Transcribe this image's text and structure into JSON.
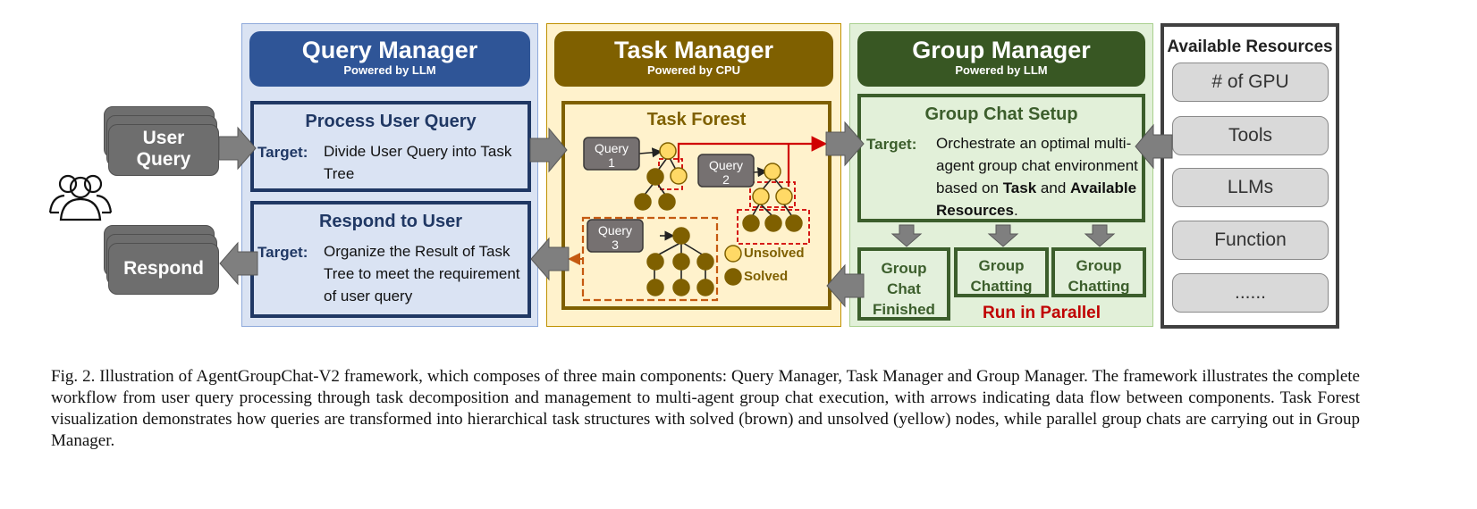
{
  "user": {
    "stack_label": "User\nQuery",
    "respond_label": "Respond"
  },
  "query_manager": {
    "title": "Query Manager",
    "subtitle": "Powered by LLM",
    "process_box": {
      "title": "Process User Query",
      "target_label": "Target:",
      "target_text": "Divide User Query into Task Tree"
    },
    "respond_box": {
      "title": "Respond to User",
      "target_label": "Target:",
      "target_text": "Organize the Result of Task Tree to meet the requirement of user query"
    }
  },
  "task_manager": {
    "title": "Task Manager",
    "subtitle": "Powered by CPU",
    "forest_title": "Task Forest",
    "queries": [
      "Query\n1",
      "Query\n2",
      "Query\n3"
    ],
    "legend": {
      "unsolved": "Unsolved",
      "solved": "Solved"
    }
  },
  "group_manager": {
    "title": "Group Manager",
    "subtitle": "Powered by LLM",
    "setup_title": "Group Chat Setup",
    "target_label": "Target:",
    "target_text_1": "Orchestrate an optimal multi-agent group chat environment based on ",
    "target_bold_1": "Task",
    "target_text_2": " and ",
    "target_bold_2": "Available Resources",
    "target_text_3": ".",
    "chats": [
      "Group\nChat\nFinished",
      "Group\nChatting",
      "Group\nChatting"
    ],
    "parallel_label": "Run in Parallel"
  },
  "resources": {
    "title": "Available Resources",
    "items": [
      "# of GPU",
      "Tools",
      "LLMs",
      "Function",
      "......"
    ]
  },
  "caption": "Fig. 2.  Illustration of AgentGroupChat-V2 framework, which composes of three main components: Query Manager, Task Manager and Group Manager. The framework illustrates the complete workflow from user query processing through task decomposition and management to multi-agent group chat execution, with arrows indicating data flow between components. Task Forest visualization demonstrates how queries are transformed into hierarchical task structures with solved (brown) and unsolved (yellow) nodes, while parallel group chats are carrying out in Group Manager.",
  "colors": {
    "qm_bg": "#dae3f3",
    "qm_header": "#2f5597",
    "qm_border": "#203864",
    "tm_bg": "#fff2cc",
    "tm_header": "#7f6000",
    "gm_bg": "#e2f0d9",
    "gm_header": "#385723",
    "solved": "#7f6000",
    "unsolved": "#ffd966",
    "flow_red": "#d00000"
  }
}
